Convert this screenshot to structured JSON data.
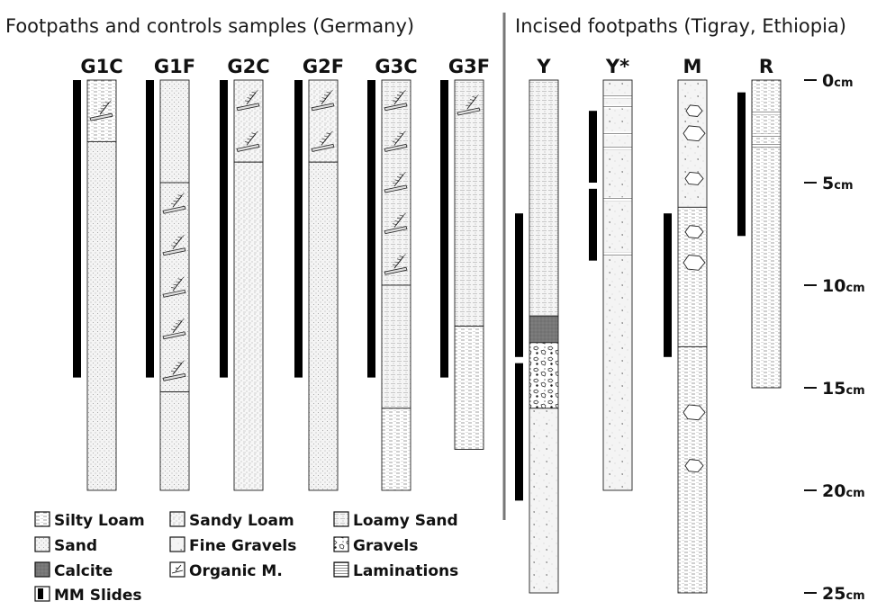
{
  "headings": {
    "left": "Footpaths and controls samples (Germany)",
    "right": "Incised footpaths (Tigray, Ethiopia)"
  },
  "scale": {
    "unit": "cm",
    "ticks": [
      0,
      5,
      10,
      15,
      20,
      25
    ]
  },
  "columns": [
    {
      "label": "G1C",
      "side": "left",
      "layers": [
        {
          "from": 0,
          "to": 3,
          "type": "silty_loam",
          "organic": true
        },
        {
          "from": 3,
          "to": 20,
          "type": "sand"
        }
      ],
      "slides": [
        [
          0,
          14.5
        ]
      ]
    },
    {
      "label": "G1F",
      "side": "left",
      "layers": [
        {
          "from": 0,
          "to": 5,
          "type": "sand"
        },
        {
          "from": 5,
          "to": 15.2,
          "type": "sand",
          "organic": true
        },
        {
          "from": 15.2,
          "to": 20,
          "type": "sand"
        }
      ],
      "slides": [
        [
          0,
          14.5
        ]
      ]
    },
    {
      "label": "G2C",
      "side": "left",
      "layers": [
        {
          "from": 0,
          "to": 4,
          "type": "sandy_loam",
          "organic": true
        },
        {
          "from": 4,
          "to": 20,
          "type": "sandy_loam"
        }
      ],
      "slides": [
        [
          0,
          14.5
        ]
      ]
    },
    {
      "label": "G2F",
      "side": "left",
      "layers": [
        {
          "from": 0,
          "to": 4,
          "type": "sandy_loam",
          "organic": true
        },
        {
          "from": 4,
          "to": 20,
          "type": "sand"
        }
      ],
      "slides": [
        [
          0,
          14.5
        ]
      ]
    },
    {
      "label": "G3C",
      "side": "left",
      "layers": [
        {
          "from": 0,
          "to": 10,
          "type": "loamy_sand",
          "organic": true
        },
        {
          "from": 10,
          "to": 16,
          "type": "loamy_sand"
        },
        {
          "from": 16,
          "to": 20,
          "type": "silty_loam"
        }
      ],
      "slides": [
        [
          0,
          14.5
        ]
      ]
    },
    {
      "label": "G3F",
      "side": "left",
      "layers": [
        {
          "from": 0,
          "to": 12,
          "type": "loamy_sand",
          "organic_top": true
        },
        {
          "from": 12,
          "to": 18,
          "type": "silty_loam"
        }
      ],
      "slides": [
        [
          0,
          14.5
        ]
      ]
    },
    {
      "label": "Y",
      "side": "right",
      "layers": [
        {
          "from": 0,
          "to": 11.5,
          "type": "loamy_sand"
        },
        {
          "from": 11.5,
          "to": 12.8,
          "type": "calcite"
        },
        {
          "from": 12.8,
          "to": 16,
          "type": "gravels"
        },
        {
          "from": 16,
          "to": 25,
          "type": "fine_gravels"
        }
      ],
      "slides": [
        [
          6.5,
          13.5
        ],
        [
          13.8,
          20.5
        ]
      ]
    },
    {
      "label": "Y*",
      "side": "right",
      "layers": [
        {
          "from": 0,
          "to": 20,
          "type": "fine_gravels",
          "laminations": [
            0.8,
            1.3,
            2.6,
            3.3,
            5.8,
            8.5
          ]
        }
      ],
      "slides": [
        [
          1.5,
          5
        ],
        [
          5.3,
          8.8
        ]
      ]
    },
    {
      "label": "M",
      "side": "right",
      "layers": [
        {
          "from": 0,
          "to": 6.2,
          "type": "fine_gravels",
          "stones": [
            [
              1.5,
              0.3
            ],
            [
              2.6,
              0.6
            ],
            [
              4.8,
              0.4
            ]
          ]
        },
        {
          "from": 6.2,
          "to": 13,
          "type": "silty_loam",
          "stones": [
            [
              7.4,
              0.4
            ],
            [
              8.9,
              0.6
            ]
          ]
        },
        {
          "from": 13,
          "to": 25,
          "type": "silty_loam",
          "stones": [
            [
              16.2,
              0.6
            ],
            [
              18.8,
              0.4
            ]
          ]
        }
      ],
      "slides": [
        [
          6.5,
          13.5
        ]
      ]
    },
    {
      "label": "R",
      "side": "right",
      "layers": [
        {
          "from": 0,
          "to": 15,
          "type": "silty_loam",
          "laminations": [
            1.6,
            2.7,
            3.2
          ]
        }
      ],
      "slides": [
        [
          0.6,
          7.6
        ]
      ]
    }
  ],
  "legend": [
    {
      "type": "silty_loam",
      "label": "Silty Loam"
    },
    {
      "type": "sandy_loam",
      "label": "Sandy Loam"
    },
    {
      "type": "loamy_sand",
      "label": "Loamy Sand"
    },
    {
      "type": "sand",
      "label": "Sand"
    },
    {
      "type": "fine_gravels",
      "label": "Fine Gravels"
    },
    {
      "type": "gravels",
      "label": "Gravels"
    },
    {
      "type": "calcite",
      "label": "Calcite"
    },
    {
      "type": "organic",
      "label": "Organic M."
    },
    {
      "type": "laminations",
      "label": "Laminations"
    },
    {
      "type": "slides",
      "label": "MM Slides"
    }
  ]
}
